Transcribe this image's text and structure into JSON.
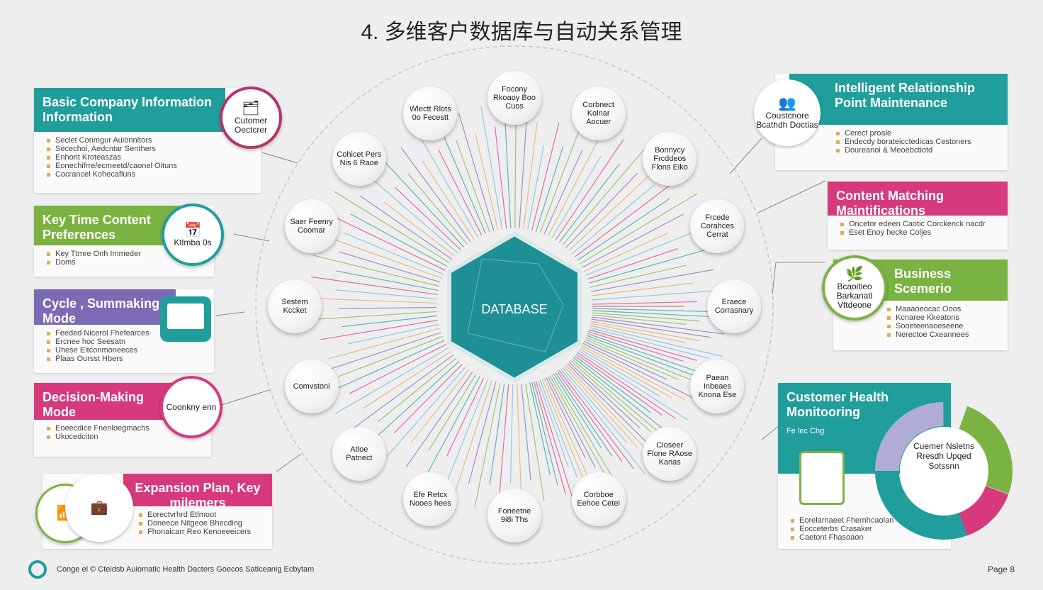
{
  "title": "4. 多维客户数据库与自动关系管理",
  "colors": {
    "teal": "#1f9e9c",
    "green": "#7bb342",
    "purple": "#7b6bb5",
    "magenta": "#d63a7c",
    "hex": "#1d8f95"
  },
  "center": {
    "label": "DATABASE"
  },
  "nodes": [
    {
      "label": "Focony Rkoaoy Boo Cuos"
    },
    {
      "label": "Corbnect Kolnar Aocuer"
    },
    {
      "label": "Bonnycy Frcddeos Flons Eiko"
    },
    {
      "label": "Frcede Corahces Cerrat"
    },
    {
      "label": "Eraece Corrasnary"
    },
    {
      "label": "Paean Inbeaes Knona Ese"
    },
    {
      "label": "Cioseer Flone RAose Kanas"
    },
    {
      "label": "Corbboe Eehoe Cetei"
    },
    {
      "label": "Foneetne 9i8i Ths"
    },
    {
      "label": "Efe Retcx Nooes hees"
    },
    {
      "label": "Atloe Patnect"
    },
    {
      "label": "Comvstoni"
    },
    {
      "label": "Sestem Kccket"
    },
    {
      "label": "Saer Feenry Coomar"
    },
    {
      "label": "Cohicet Pers Nis 6 Raoe"
    },
    {
      "label": "Wlectt Rlots 0o Fecestt"
    }
  ],
  "cards": {
    "basic": {
      "title": "Basic Company Information Information",
      "badge": "Cutomer Oectcrer",
      "items": [
        "Seclet Conmgur Auionnltors",
        "Secechol, Aedcntar Senthers",
        "Enhont Kroteaszas",
        "Eonechifrre/ecmeetd/caonel Oituns",
        "Cocrancel Kohecafluns"
      ]
    },
    "keytime": {
      "title": "Key Time Content Preferences",
      "badge": "Ktlmba 0s",
      "items": [
        "Key Ttmre Onh Immeder",
        "Doms"
      ]
    },
    "cycle": {
      "title": "Cycle , Summaking Mode",
      "items": [
        "Feeded Nicerol Fhefearces",
        "Ercnee hoc Seesatn",
        "Uhese Eitconmoneeces",
        "Plaas Oursst Hbers"
      ]
    },
    "decision": {
      "title": "Decision-Making Mode",
      "badge": "Coonkny enn",
      "items": [
        "Eoeecdice Fnenloegmachs",
        "Ukocedciton"
      ]
    },
    "expansion": {
      "title": "Expansion Plan, Key milemers",
      "items": [
        "Eorectvrhrd Etlmoot",
        "Doneece Nitgeoe Bhecding",
        "Fhonaicarr Reo Kenoeeeicers"
      ]
    },
    "intelligent": {
      "title": "Intelligent Relationship Point Maintenance",
      "badge": "Coustcnore Bcathdh Doctias",
      "items": [
        "Cerect proale",
        "Endecdy borateicctedicas Cestoners",
        "Doureanoi & Meoebctiotd"
      ]
    },
    "matching": {
      "title": "Content Matching Maintifications",
      "items": [
        "Oncetor edeen Caotic Corckenck nacdr",
        "Eset Enoy hecke Coljes"
      ]
    },
    "business": {
      "title": "Business Scemerio",
      "badge": "Bcaoitieo Barkanatl Vttdeone",
      "items": [
        "Maaaoeocac Ooos",
        "Kcnaree Kkeatons",
        "Sooeteenaoeseene",
        "Nerectoe Cxeannees"
      ]
    },
    "health": {
      "title": "Customer Health Monitooring",
      "sub": "Fe lec Chg",
      "ring": "Cuemer Nsletns Rresdh Upqed Sotssnn",
      "items": [
        "Eorelarnaeet Fhernhcaolan",
        "Eocceterbs Crasaker",
        "Caetont Fhasoaon"
      ]
    }
  },
  "footer": "Conge el © Cteidsb Auiomatic Health Dacters Goecos Saticeanig Ecbytam",
  "page": "Page 8",
  "chart_data": {
    "type": "diagram",
    "center": "DATABASE",
    "branch_count": 16
  }
}
